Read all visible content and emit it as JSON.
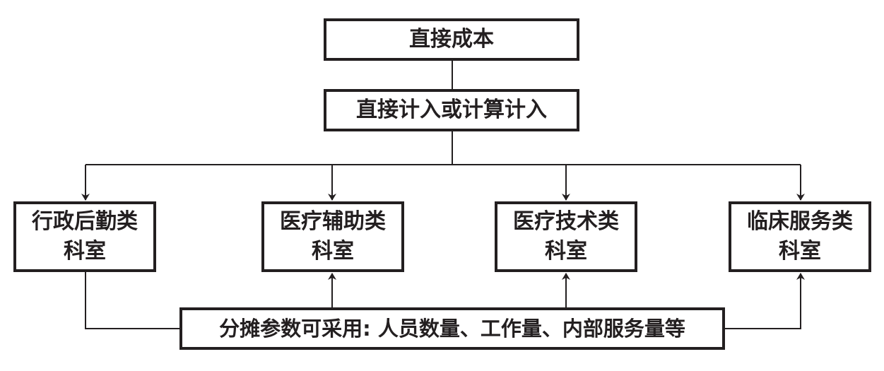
{
  "diagram": {
    "direct_cost": "直接成本",
    "direct_or_calc": "直接计入或计算计入",
    "departments": [
      {
        "line1": "行政后勤类",
        "line2": "科室"
      },
      {
        "line1": "医疗辅助类",
        "line2": "科室"
      },
      {
        "line1": "医疗技术类",
        "line2": "科室"
      },
      {
        "line1": "临床服务类",
        "line2": "科室"
      }
    ],
    "allocation_params": "分摊参数可采用: 人员数量、工作量、内部服务量等"
  },
  "colors": {
    "line": "#231f20",
    "text": "#231f20",
    "background": "#ffffff"
  }
}
